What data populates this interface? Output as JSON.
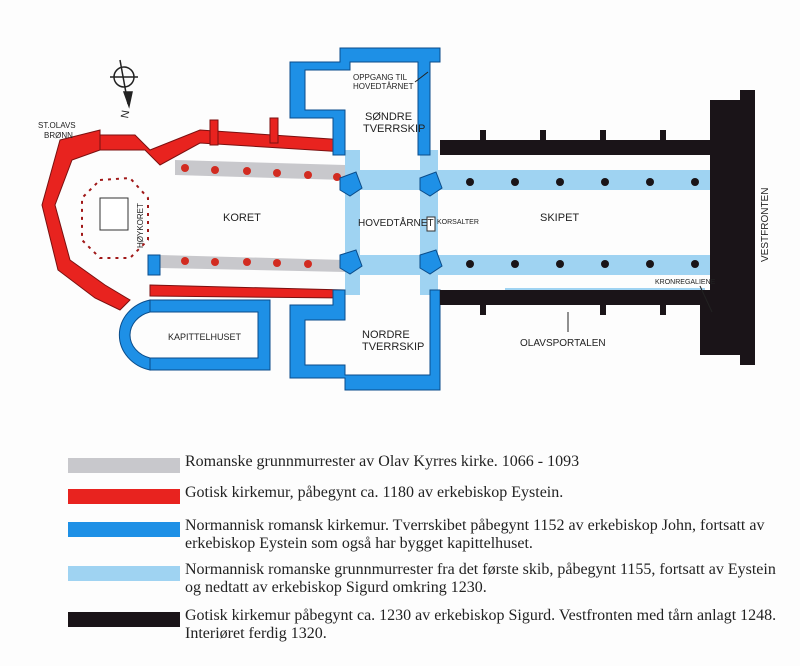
{
  "plan": {
    "north_label": "N",
    "labels": {
      "st_olavs_bronn": [
        "ST.OLAVS",
        "BRØNN"
      ],
      "hoykoret": "HØYKORET",
      "koret": "KORET",
      "oppgang": [
        "OPPGANG TIL",
        "HOVEDTÅRNET"
      ],
      "sondre_tverrskip": [
        "SØNDRE",
        "TVERRSKIP"
      ],
      "hovedtarnet": "HOVEDTÅRNET",
      "korsalter": "KORSALTER",
      "skipet": "SKIPET",
      "kapittelhuset": "KAPITTELHUSET",
      "nordre_tverrskip": [
        "NORDRE",
        "TVERRSKIP"
      ],
      "olavsportalen": "OLAVSPORTALEN",
      "kronregaliene": "KRONREGALIENE",
      "vestfronten": "VESTFRONTEN"
    }
  },
  "legend": [
    {
      "color": "#c8c8cc",
      "text": "Romanske grunnmurrester av Olav Kyrres kirke.  1066 - 1093"
    },
    {
      "color": "#e8231f",
      "text": "Gotisk kirkemur, påbegynt ca. 1180 av erkebiskop Eystein."
    },
    {
      "color": "#1e90e6",
      "text": "Normannisk romansk kirkemur. Tverrskibet påbegynt 1152 av erkebiskop John, fortsatt av erkebiskop Eystein som også har bygget kapittelhuset."
    },
    {
      "color": "#9fd3f2",
      "text": "Normannisk romanske grunnmurrester fra det første skib, påbegynt 1155, fortsatt av Eystein og nedtatt av erkebiskop Sigurd omkring 1230."
    },
    {
      "color": "#1a1418",
      "text": "Gotisk kirkemur påbegynt ca. 1230 av erkebiskop Sigurd. Vestfronten med tårn anlagt 1248. Interiøret ferdig 1320."
    }
  ]
}
